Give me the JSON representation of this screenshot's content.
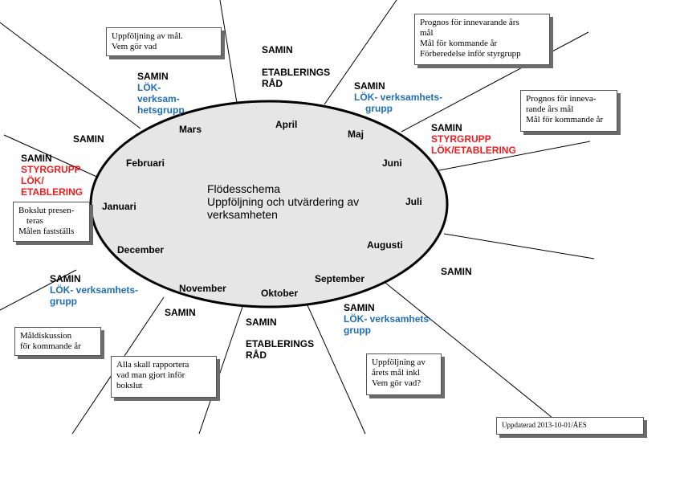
{
  "center_text": [
    "Flödesschema",
    "Uppföljning och utvärdering av",
    "verksamheten"
  ],
  "months": {
    "januari": "Januari",
    "februari": "Februari",
    "mars": "Mars",
    "april": "April",
    "maj": "Maj",
    "juni": "Juni",
    "juli": "Juli",
    "augusti": "Augusti",
    "september": "September",
    "oktober": "Oktober",
    "november": "November",
    "december": "December"
  },
  "labels": {
    "samin_top": "SAMIN",
    "etablerings_rad_top": [
      "ETABLERINGS",
      "RÅD"
    ],
    "samin_lok_left": "SAMIN",
    "lok_left": [
      "LÖK-",
      "verksam-",
      "hetsgrupp"
    ],
    "samin_far_left": "SAMIN",
    "samin_styr_left": "SAMIN",
    "styr_left": [
      "STYRGRUPP",
      "LÖK/",
      "ETABLERING"
    ],
    "samin_maj": "SAMIN",
    "lok_maj": [
      "LÖK- verksamhets-",
      "grupp"
    ],
    "samin_styr_right": "SAMIN",
    "styr_right": [
      "STYRGRUPP",
      "LÖK/ETABLERING"
    ],
    "samin_right": "SAMIN",
    "samin_sept": "SAMIN",
    "lok_sept": [
      "LÖK- verksamhets-",
      "grupp"
    ],
    "samin_bottom": "SAMIN",
    "etablerings_rad_bottom": [
      "ETABLERINGS",
      "RÅD"
    ],
    "samin_nov": "SAMIN",
    "samin_dec": "SAMIN",
    "lok_dec": [
      "LÖK- verksamhets-",
      "grupp"
    ]
  },
  "boxes": {
    "uppfoljning_mal": [
      "Uppföljning av mål.",
      "Vem gör vad"
    ],
    "prognos_top": [
      "Prognos för innevarande års",
      "mål",
      "Mål för kommande år",
      "Förberedelse inför styrgrupp"
    ],
    "prognos_right": [
      "Prognos för inneva-",
      "rande års mål",
      "Mål för kommande år"
    ],
    "bokslut": [
      "Bokslut presen-",
      "teras",
      "Målen fastställs"
    ],
    "maldiskussion": [
      "Måldiskussion",
      "för kommande år"
    ],
    "rapportera": [
      "Alla skall rapportera",
      "vad man gjort inför",
      "bokslut"
    ],
    "uppfoljning_arets": [
      "Uppföljning av",
      "årets mål inkl",
      "Vem gör vad?"
    ],
    "uppdaterad": [
      "Uppdaterad 2013-10-01/ÅES"
    ]
  },
  "colors": {
    "ellipse_fill": "#e6e6e6",
    "blue_text": "#1f6fb5",
    "red_text": "#e81e1e",
    "shadow": "#6b6b6b"
  }
}
